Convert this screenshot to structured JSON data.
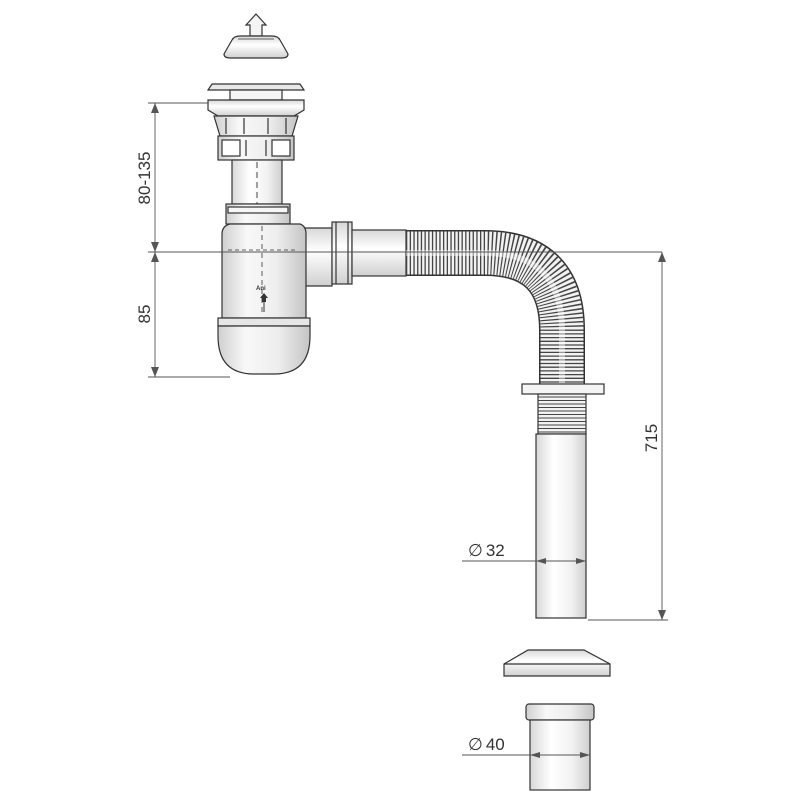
{
  "diagram": {
    "dimensions": {
      "height_adjust": "80-135",
      "trap_depth": "85",
      "total_drop": "715",
      "pipe_diameter": "32",
      "adapter_diameter": "40",
      "diameter_symbol": "∅"
    },
    "logo_text": "Ani"
  }
}
